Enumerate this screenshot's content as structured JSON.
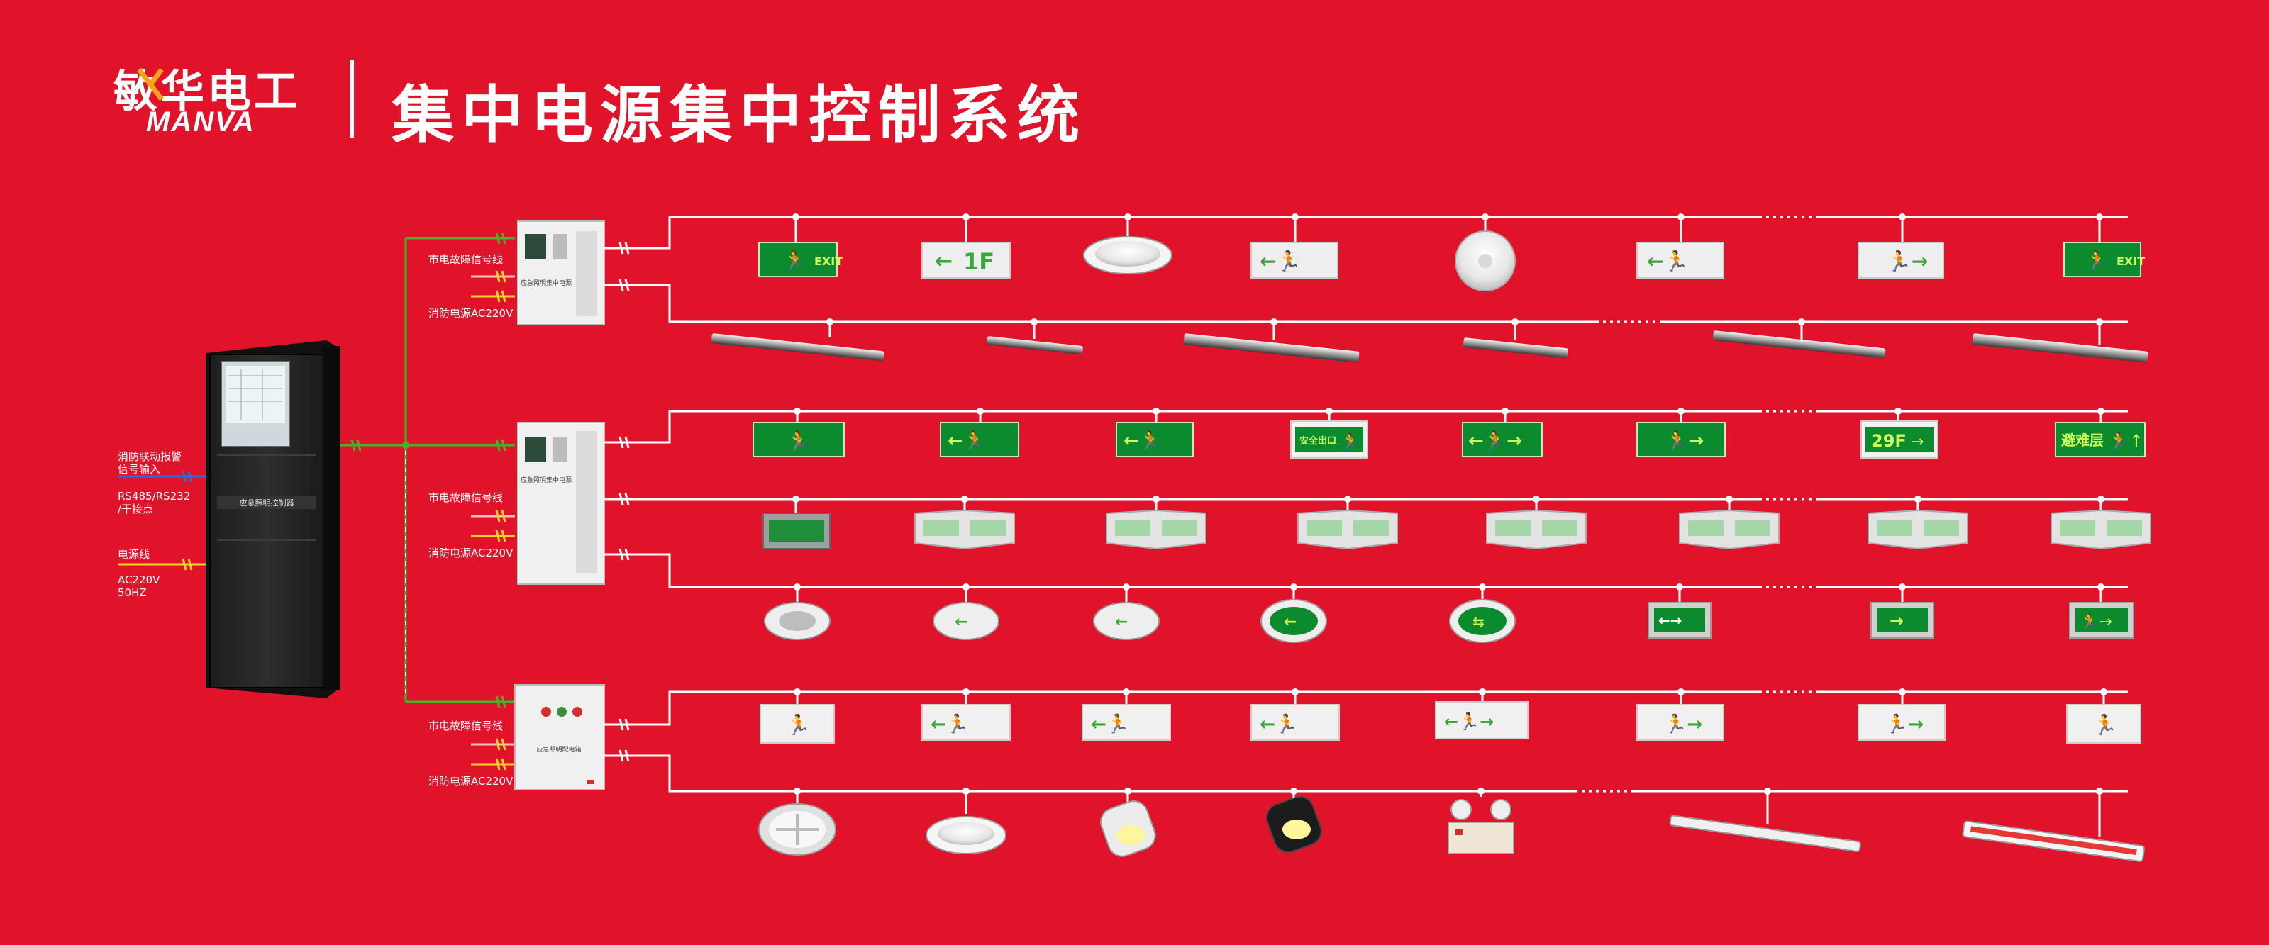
{
  "brand": {
    "name_cn": "敏华电工",
    "name_en": "MANVA"
  },
  "title": "集中电源集中控制系统",
  "controller": {
    "label": "应急照明控制器"
  },
  "left_labels": {
    "fire_alarm": "消防联动报警",
    "signal_input": "信号输入",
    "comm": "RS485/RS232",
    "dry_contact": "/干接点",
    "power_line": "电源线",
    "ac": "AC220V",
    "hz": "50HZ"
  },
  "cabinet_labels": {
    "mains_fault": "市电故障信号线",
    "fire_power": "消防电源AC220V",
    "cabinet1": "应急照明集中电源",
    "cabinet2": "应急照明集中电源",
    "cabinet3": "应急照明配电箱"
  },
  "sign_text": {
    "exit": "EXIT",
    "floor1": "1F",
    "floor29": "29F",
    "refuge": "避难层",
    "safe_exit": "安全出口"
  },
  "colors": {
    "background": "#e0132b",
    "sign_green": "#0c8a2e",
    "wire_green": "#4caf2a",
    "wire_yellow": "#f2d22e",
    "wire_blue": "#2a6fd6"
  }
}
